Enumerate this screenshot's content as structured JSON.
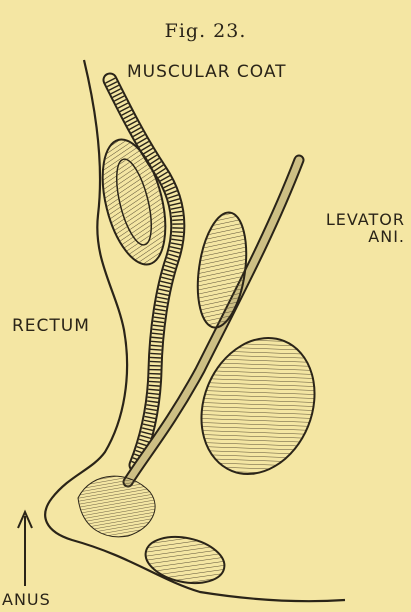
{
  "figure": {
    "title": "Fig. 23.",
    "labels": {
      "muscular_coat": "MUSCULAR COAT",
      "levator_line1": "LEVATOR",
      "levator_line2": "ANI.",
      "rectum": "RECTUM",
      "anus": "ANUS"
    },
    "colors": {
      "paper": "#f4e6a3",
      "ink": "#2a2418"
    }
  }
}
